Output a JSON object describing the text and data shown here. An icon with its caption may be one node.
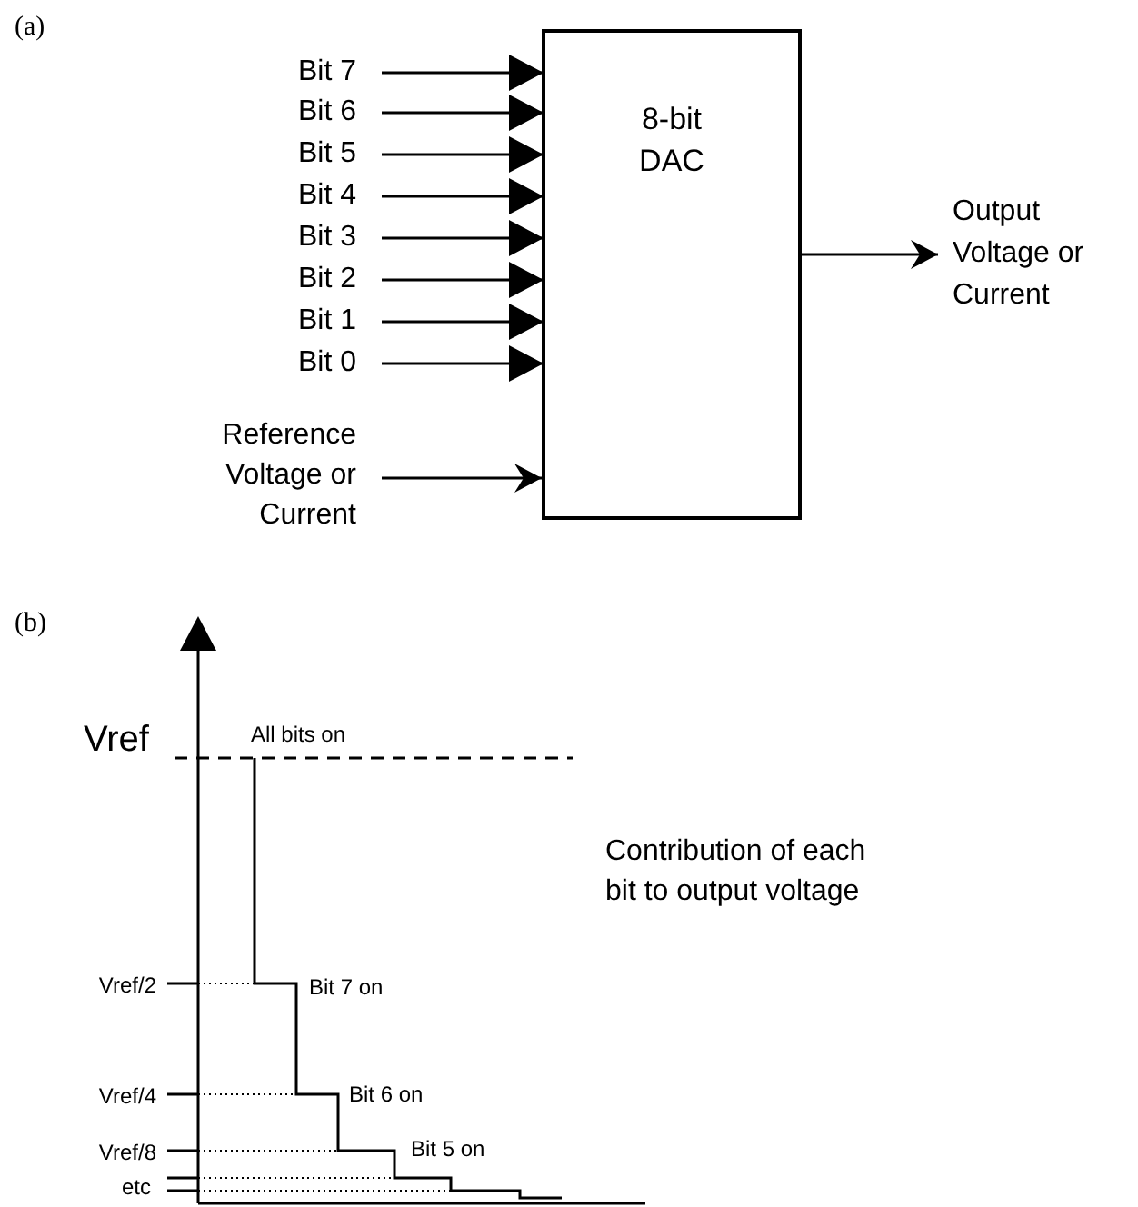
{
  "diagram": {
    "nodes": [
      {
        "text": [
          "Bit 7"
        ]
      },
      {
        "text": [
          "Bit 6"
        ]
      },
      {
        "text": [
          "Bit 5"
        ]
      },
      {
        "text": [
          "Bit 4"
        ]
      },
      {
        "text": [
          "Bit 3"
        ]
      },
      {
        "text": [
          "Bit 2"
        ]
      },
      {
        "text": [
          "Bit 1"
        ]
      },
      {
        "text": [
          "Bit 0"
        ]
      },
      {
        "text": [
          "Reference Voltage or Current"
        ]
      },
      {
        "text": [
          "8-bit DAC"
        ]
      },
      {
        "text": [
          "Output Voltage or Current"
        ]
      }
    ],
    "edges": [
      {
        "from": 0,
        "to": 9,
        "arrow": "to"
      },
      {
        "from": 1,
        "to": 9,
        "arrow": "to"
      },
      {
        "from": 2,
        "to": 9,
        "arrow": "to"
      },
      {
        "from": 3,
        "to": 9,
        "arrow": "to"
      },
      {
        "from": 4,
        "to": 9,
        "arrow": "to"
      },
      {
        "from": 5,
        "to": 9,
        "arrow": "to"
      },
      {
        "from": 6,
        "to": 9,
        "arrow": "to"
      },
      {
        "from": 7,
        "to": 9,
        "arrow": "to"
      },
      {
        "from": 8,
        "to": 9,
        "arrow": "to"
      },
      {
        "from": 9,
        "to": 10,
        "arrow": "to"
      }
    ],
    "labels": [
      "(a)",
      "(b)",
      "Vref",
      "All bits on",
      "Contribution of each bit to output voltage",
      "Vref/2",
      "Bit 7 on",
      "Vref/4",
      "Bit 6 on",
      "Vref/8",
      "Bit 5 on",
      "etc"
    ]
  }
}
